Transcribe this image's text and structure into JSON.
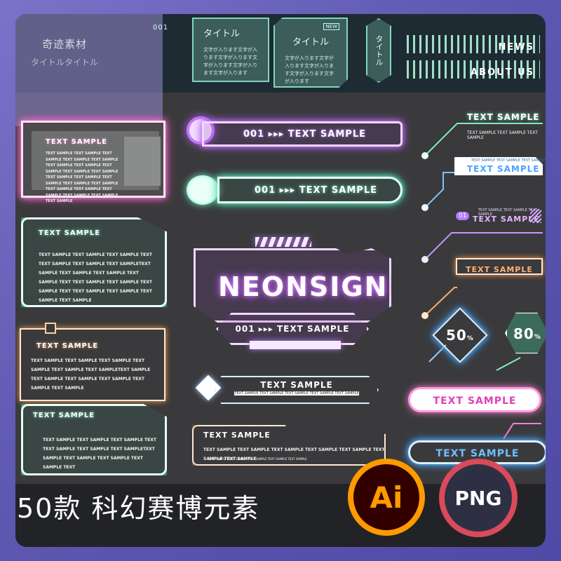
{
  "watermark": {
    "line1": "奇迹素材",
    "line2": "タイトルタイトル",
    "num": "001"
  },
  "header_row": {
    "box1": {
      "title": "タイトル",
      "body": "文字が入ります文字が入ります文字が入ります文字が入ります文字が入ります文字が入ります"
    },
    "box2": {
      "title": "タイトル",
      "badge": "NEW",
      "body": "文字が入ります文字が入ります文字が入ります文字が入ります文字が入ります"
    },
    "vertical": "タイトル",
    "news": "NEWS",
    "about": "ABOUT US"
  },
  "left": {
    "panel1": {
      "title": "TEXT SAMPLE",
      "body": "TEXT SAMPLE TEXT SAMPLE TEXT SAMPLE TEXT SAMPLE TEXT SAMPLE TEXT SAMPLE TEXT SAMPLE TEXT SAMPLE TEXT SAMPLE TEXT SAMPLE TEXT SAMPLE TEXT SAMPLE TEXT SAMPLE TEXT SAMPLE TEXT SAMPLE TEXT SAMPLE TEXT SAMPLE TEXT SAMPLE TEXT SAMPLE TEXT SAMPLE TEXT SAMPLE"
    },
    "panel2": {
      "title": "TEXT SAMPLE",
      "body": "TEXT SAMPLE TEXT SAMPLE TEXT SAMPLE TEXT TEXT SAMPLE TEXT SAMPLE TEXT SAMPLETEXT SAMPLE TEXT SAMPLE TEXT SAMPLE TEXT SAMPLE TEXT TEXT SAMPLE TEXT SAMPLE TEXT SAMPLE TEXT TEXT SAMPLE TEXT SAMPLE TEXT SAMPLE TEXT SAMPLE"
    },
    "panel3": {
      "title": "TEXT SAMPLE",
      "body": "TEXT SAMPLE TEXT SAMPLE TEXT SAMPLE TEXT SAMPLE TEXT SAMPLE TEXT SAMPLETEXT SAMPLE TEXT SAMPLE TEXT SAMPLE TEXT SAMPLE TEXT SAMPLE TEXT SAMPLE"
    },
    "panel4": {
      "title": "TEXT SAMPLE",
      "body": "TEXT SAMPLE TEXT SAMPLE TEXT SAMPLE TEXT TEXT SAMPLE TEXT SAMPLE TEXT SAMPLETEXT SAMPLE TEXT SAMPLE TEXT SAMPLE TEXT SAMPLE TEXT"
    }
  },
  "center": {
    "bar1": "001 ▸▸▸ TEXT SAMPLE",
    "bar2": "001 ▸▸▸ TEXT SAMPLE",
    "neon": "NEONSIGN",
    "neon_sub": "001 ▸▸▸ TEXT SAMPLE",
    "diamond_title": "TEXT SAMPLE",
    "diamond_sub": "TEXT SAMPLE TEXT SAMPLE TEXT SAMPLE TEXT SAMPLE TEXT SAMPLE",
    "orange_title": "TEXT SAMPLE",
    "orange_body": "TEXT SAMPLE TEXT SAMPLE TEXT SAMPLE TEXT SAMPLE TEXT SAMPLE TEXT SAMPLE TEXT SAMPLE",
    "orange_sub": "TEXT SAMPLE TEXT SAMPLE TEXT SAMPLE TEXT SAMPLE TEXT SAMPLE"
  },
  "right": {
    "callout1": {
      "title": "TEXT SAMPLE",
      "sub": "TEXT SAMPLE TEXT SAMPLE TEXT SAMPLE"
    },
    "callout2": {
      "title": "TEXT SAMPLE",
      "sub": "TEXT SAMPLE TEXT SAMPLE TEXT SAMPLE"
    },
    "callout3": {
      "num": "01",
      "title": "TEXT SAMPLE",
      "sub": "TEXT SAMPLE TEXT SAMPLE TEXT SAMPLE"
    },
    "callout4": {
      "title": "TEXT SAMPLE"
    },
    "badge50": "50",
    "badge80": "80",
    "pct": "%",
    "pill1": "TEXT SAMPLE",
    "pill2": "TEXT SAMPLE"
  },
  "footer": {
    "title": "50款 科幻赛博元素",
    "ai": "Ai",
    "png": "PNG"
  }
}
